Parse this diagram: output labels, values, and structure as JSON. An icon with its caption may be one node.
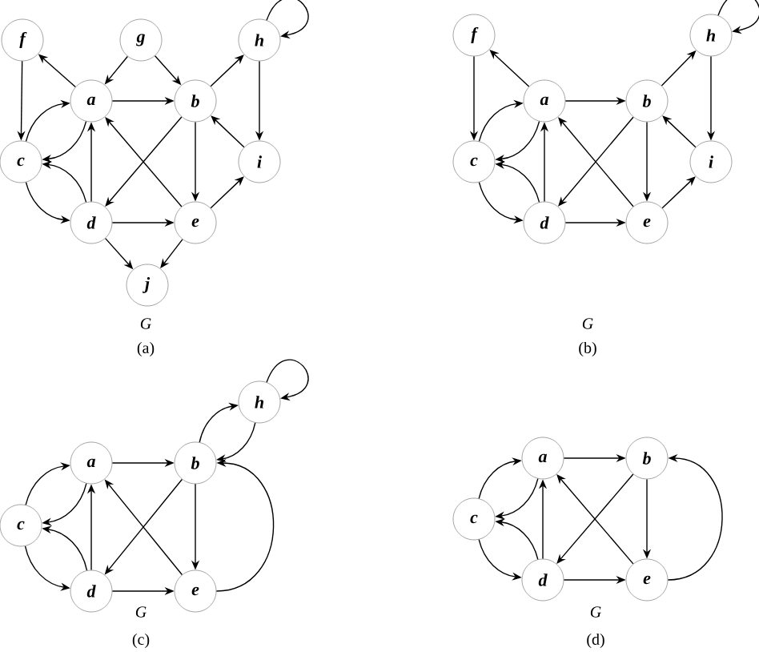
{
  "diagram": {
    "nodes": [
      {
        "text": [
          "f"
        ]
      },
      {
        "text": [
          "g"
        ]
      },
      {
        "text": [
          "h"
        ]
      },
      {
        "text": [
          "a"
        ]
      },
      {
        "text": [
          "b"
        ]
      },
      {
        "text": [
          "c"
        ]
      },
      {
        "text": [
          "i"
        ]
      },
      {
        "text": [
          "d"
        ]
      },
      {
        "text": [
          "e"
        ]
      },
      {
        "text": [
          "j"
        ]
      },
      {
        "text": [
          "f"
        ]
      },
      {
        "text": [
          "h"
        ]
      },
      {
        "text": [
          "a"
        ]
      },
      {
        "text": [
          "b"
        ]
      },
      {
        "text": [
          "c"
        ]
      },
      {
        "text": [
          "i"
        ]
      },
      {
        "text": [
          "d"
        ]
      },
      {
        "text": [
          "e"
        ]
      },
      {
        "text": [
          "h"
        ]
      },
      {
        "text": [
          "a"
        ]
      },
      {
        "text": [
          "b"
        ]
      },
      {
        "text": [
          "c"
        ]
      },
      {
        "text": [
          "d"
        ]
      },
      {
        "text": [
          "e"
        ]
      },
      {
        "text": [
          "a"
        ]
      },
      {
        "text": [
          "b"
        ]
      },
      {
        "text": [
          "c"
        ]
      },
      {
        "text": [
          "d"
        ]
      },
      {
        "text": [
          "e"
        ]
      }
    ],
    "edges": [
      {
        "from": 3,
        "to": 0,
        "arrow": "to"
      },
      {
        "from": 1,
        "to": 3,
        "arrow": "to"
      },
      {
        "from": 1,
        "to": 4,
        "arrow": "to"
      },
      {
        "from": 3,
        "to": 4,
        "arrow": "to"
      },
      {
        "from": 5,
        "to": 3,
        "arrow": "to"
      },
      {
        "from": 3,
        "to": 5,
        "arrow": "to"
      },
      {
        "from": 0,
        "to": 5,
        "arrow": "to"
      },
      {
        "from": 4,
        "to": 2,
        "arrow": "to"
      },
      {
        "from": 2,
        "to": 2,
        "arrow": "to"
      },
      {
        "from": 2,
        "to": 6,
        "arrow": "to"
      },
      {
        "from": 6,
        "to": 4,
        "arrow": "to"
      },
      {
        "from": 4,
        "to": 8,
        "arrow": "to"
      },
      {
        "from": 4,
        "to": 7,
        "arrow": "to"
      },
      {
        "from": 8,
        "to": 3,
        "arrow": "to"
      },
      {
        "from": 7,
        "to": 3,
        "arrow": "to"
      },
      {
        "from": 7,
        "to": 5,
        "arrow": "to"
      },
      {
        "from": 5,
        "to": 7,
        "arrow": "to"
      },
      {
        "from": 7,
        "to": 8,
        "arrow": "to"
      },
      {
        "from": 8,
        "to": 6,
        "arrow": "to"
      },
      {
        "from": 7,
        "to": 9,
        "arrow": "to"
      },
      {
        "from": 8,
        "to": 9,
        "arrow": "to"
      },
      {
        "from": 12,
        "to": 10,
        "arrow": "to"
      },
      {
        "from": 12,
        "to": 13,
        "arrow": "to"
      },
      {
        "from": 14,
        "to": 12,
        "arrow": "to"
      },
      {
        "from": 12,
        "to": 14,
        "arrow": "to"
      },
      {
        "from": 10,
        "to": 14,
        "arrow": "to"
      },
      {
        "from": 13,
        "to": 11,
        "arrow": "to"
      },
      {
        "from": 11,
        "to": 11,
        "arrow": "to"
      },
      {
        "from": 11,
        "to": 15,
        "arrow": "to"
      },
      {
        "from": 15,
        "to": 13,
        "arrow": "to"
      },
      {
        "from": 13,
        "to": 17,
        "arrow": "to"
      },
      {
        "from": 13,
        "to": 16,
        "arrow": "to"
      },
      {
        "from": 17,
        "to": 12,
        "arrow": "to"
      },
      {
        "from": 16,
        "to": 12,
        "arrow": "to"
      },
      {
        "from": 16,
        "to": 14,
        "arrow": "to"
      },
      {
        "from": 14,
        "to": 16,
        "arrow": "to"
      },
      {
        "from": 16,
        "to": 17,
        "arrow": "to"
      },
      {
        "from": 17,
        "to": 15,
        "arrow": "to"
      },
      {
        "from": 19,
        "to": 20,
        "arrow": "to"
      },
      {
        "from": 21,
        "to": 19,
        "arrow": "to"
      },
      {
        "from": 19,
        "to": 21,
        "arrow": "to"
      },
      {
        "from": 22,
        "to": 21,
        "arrow": "to"
      },
      {
        "from": 21,
        "to": 22,
        "arrow": "to"
      },
      {
        "from": 22,
        "to": 19,
        "arrow": "to"
      },
      {
        "from": 20,
        "to": 22,
        "arrow": "to"
      },
      {
        "from": 23,
        "to": 19,
        "arrow": "to"
      },
      {
        "from": 20,
        "to": 23,
        "arrow": "to"
      },
      {
        "from": 22,
        "to": 23,
        "arrow": "to"
      },
      {
        "from": 20,
        "to": 18,
        "arrow": "to"
      },
      {
        "from": 18,
        "to": 20,
        "arrow": "to"
      },
      {
        "from": 18,
        "to": 18,
        "arrow": "to"
      },
      {
        "from": 23,
        "to": 20,
        "arrow": "to"
      },
      {
        "from": 24,
        "to": 25,
        "arrow": "to"
      },
      {
        "from": 26,
        "to": 24,
        "arrow": "to"
      },
      {
        "from": 24,
        "to": 26,
        "arrow": "to"
      },
      {
        "from": 27,
        "to": 26,
        "arrow": "to"
      },
      {
        "from": 26,
        "to": 27,
        "arrow": "to"
      },
      {
        "from": 27,
        "to": 24,
        "arrow": "to"
      },
      {
        "from": 25,
        "to": 27,
        "arrow": "to"
      },
      {
        "from": 28,
        "to": 24,
        "arrow": "to"
      },
      {
        "from": 25,
        "to": 28,
        "arrow": "to"
      },
      {
        "from": 27,
        "to": 28,
        "arrow": "to"
      },
      {
        "from": 28,
        "to": 25,
        "arrow": "to"
      }
    ],
    "labels": [
      "G",
      "(a)",
      "G",
      "(b)",
      "G",
      "(c)",
      "G",
      "(d)"
    ]
  }
}
